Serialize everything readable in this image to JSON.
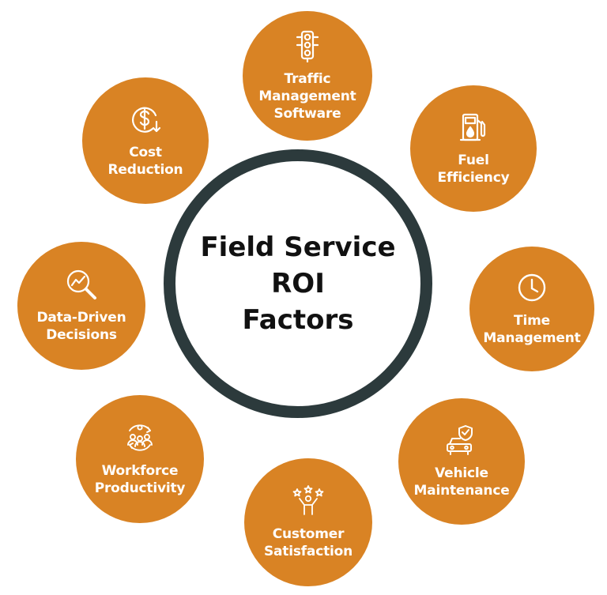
{
  "title": [
    "Field Service",
    "ROI",
    "Factors"
  ],
  "colors": {
    "node": "#d98324",
    "ring": "#2c3a3c",
    "text": "#111111"
  },
  "factors": [
    {
      "icon": "traffic-light-icon",
      "label": [
        "Traffic",
        "Management",
        "Software"
      ]
    },
    {
      "icon": "fuel-pump-icon",
      "label": [
        "Fuel",
        "Efficiency"
      ]
    },
    {
      "icon": "clock-icon",
      "label": [
        "Time",
        "Management"
      ]
    },
    {
      "icon": "car-shield-icon",
      "label": [
        "Vehicle",
        "Maintenance"
      ]
    },
    {
      "icon": "stars-person-icon",
      "label": [
        "Customer",
        "Satisfaction"
      ]
    },
    {
      "icon": "team-cycle-icon",
      "label": [
        "Workforce",
        "Productivity"
      ]
    },
    {
      "icon": "magnifier-chart-icon",
      "label": [
        "Data-Driven",
        "Decisions"
      ]
    },
    {
      "icon": "dollar-down-icon",
      "label": [
        "Cost",
        "Reduction"
      ]
    }
  ]
}
